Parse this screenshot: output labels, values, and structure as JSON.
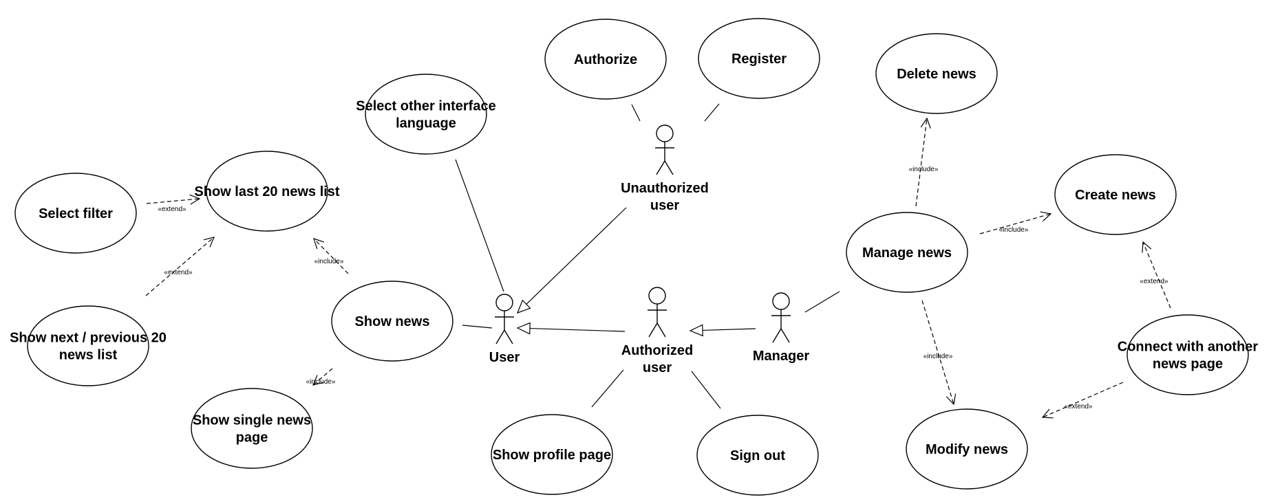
{
  "use_cases": {
    "authorize": [
      "Authorize"
    ],
    "register": [
      "Register"
    ],
    "delete_news": [
      "Delete news"
    ],
    "select_language": [
      "Select other interface",
      "language"
    ],
    "show_last_20": [
      "Show last 20 news list"
    ],
    "select_filter": [
      "Select filter"
    ],
    "create_news": [
      "Create news"
    ],
    "manage_news": [
      "Manage news"
    ],
    "show_news": [
      "Show news"
    ],
    "show_next_prev": [
      "Show next / previous 20",
      "news list"
    ],
    "connect_page": [
      "Connect with another",
      "news page"
    ],
    "show_single": [
      "Show single news",
      "page"
    ],
    "show_profile": [
      "Show profile page"
    ],
    "sign_out": [
      "Sign out"
    ],
    "modify_news": [
      "Modify news"
    ]
  },
  "actors": {
    "unauthorized": [
      "Unauthorized",
      "user"
    ],
    "user": [
      "User"
    ],
    "authorized": [
      "Authorized",
      "user"
    ],
    "manager": [
      "Manager"
    ]
  },
  "stereotypes": {
    "extend": "«extend»",
    "include": "«include»"
  }
}
